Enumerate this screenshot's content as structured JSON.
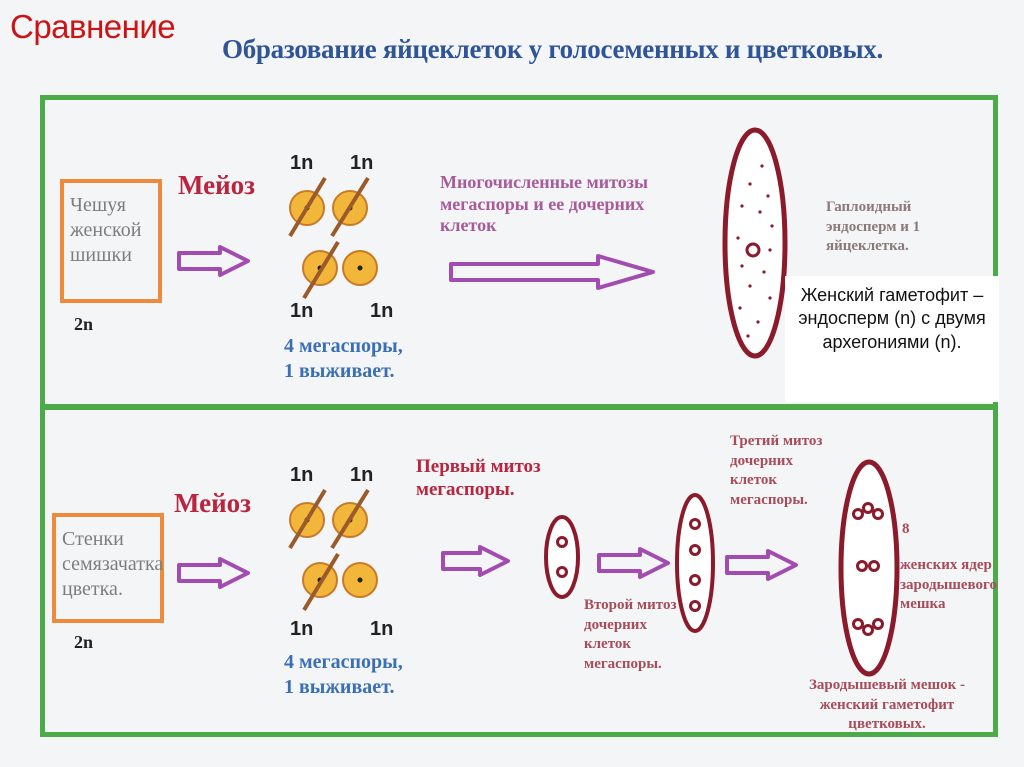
{
  "slide_heading": "Сравнение",
  "title": "Образование яйцеклеток у голосеменных и цветковых.",
  "top_row": {
    "source_label": "Чешуя женской шишки",
    "ploidy": "2n",
    "meiosis_label": "Мейоз",
    "spore_labels": [
      "1n",
      "1n",
      "1n",
      "1n"
    ],
    "spores_caption": "4 мегаспоры, 1 выживает.",
    "mitosis_label": "Многочисленные митозы мегаспоры и ее дочерних клеток",
    "result_label": "Гаплоидный эндосперм и 1 яйцеклетка."
  },
  "callout": "Женский гаметофит – эндосперм (n) с двумя архегониями (n).",
  "bottom_row": {
    "source_label": "Стенки семязачатка цветка.",
    "ploidy": "2n",
    "meiosis_label": "Мейоз",
    "spore_labels": [
      "1n",
      "1n",
      "1n",
      "1n"
    ],
    "spores_caption": "4 мегаспоры, 1 выживает.",
    "first_mitosis": "Первый митоз мегаспоры.",
    "second_mitosis": "Второй митоз дочерних клеток мегаспоры.",
    "third_mitosis": "Третий митоз дочерних клеток мегаспоры.",
    "nuclei_count": "8",
    "nuclei_label": "женских ядер зародышевого мешка",
    "sac_caption": "Зародышевый мешок - женский гаметофит цветковых."
  },
  "colors": {
    "frame": "#4caa48",
    "box_border": "#ee8a3c",
    "arrow": "#a24bb0",
    "cell": "#8b1a2b",
    "spore": "#f1b63a"
  }
}
